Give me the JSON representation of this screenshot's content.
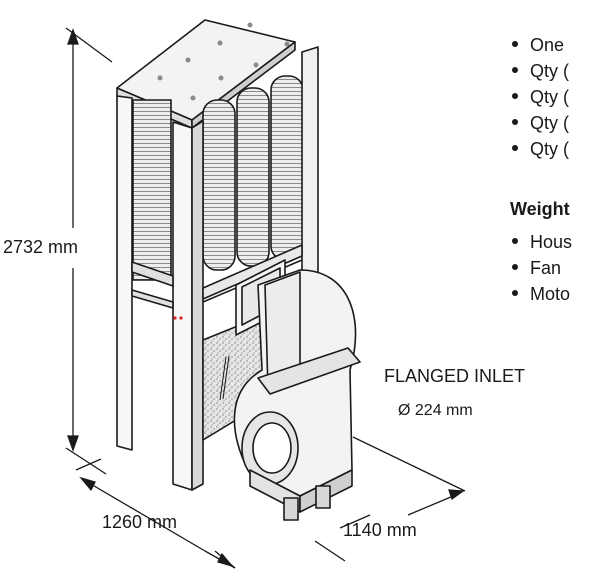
{
  "spec_list": [
    "One",
    "Qty (",
    "Qty (",
    "Qty (",
    "Qty ("
  ],
  "weight": {
    "heading": "Weight",
    "items": [
      "Hous",
      "Fan",
      "Moto"
    ]
  },
  "dimensions": {
    "height": "2732 mm",
    "width": "1260 mm",
    "depth": "1140 mm"
  },
  "inlet": {
    "label": "FLANGED INLET",
    "diameter": "Ø 224 mm"
  },
  "colors": {
    "line": "#1a1a1a",
    "filter": "#d9d9d9",
    "fan": "#f2f2f2",
    "dust": "#bdbdbd"
  }
}
